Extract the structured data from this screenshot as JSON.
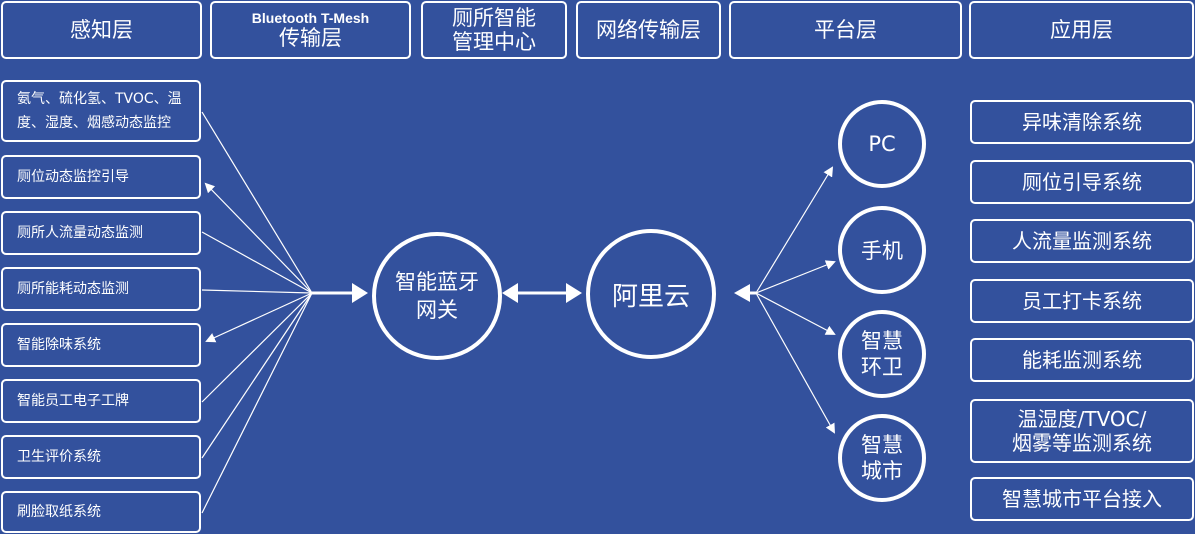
{
  "header": {
    "perception": "感知层",
    "bt_line1": "Bluetooth T-Mesh",
    "bt_line2": "传输层",
    "toilet_line1": "厕所智能",
    "toilet_line2": "管理中心",
    "network": "网络传输层",
    "platform": "平台层",
    "application": "应用层"
  },
  "sensors": [
    {
      "line1": "氨气、硫化氢、TVOC、温",
      "line2": "度、湿度、烟感动态监控"
    },
    {
      "line1": "厕位动态监控引导"
    },
    {
      "line1": "厕所人流量动态监测"
    },
    {
      "line1": "厕所能耗动态监测"
    },
    {
      "line1": "智能除味系统"
    },
    {
      "line1": "智能员工电子工牌"
    },
    {
      "line1": "卫生评价系统"
    },
    {
      "line1": "刷脸取纸系统"
    }
  ],
  "hubs": {
    "gateway": "智能蓝牙\n网关",
    "cloud": "阿里云"
  },
  "platforms": {
    "pc": "PC",
    "phone": "手机",
    "sanitation": "智慧\n环卫",
    "city": "智慧\n城市"
  },
  "applications": [
    {
      "line1": "异味清除系统"
    },
    {
      "line1": "厕位引导系统"
    },
    {
      "line1": "人流量监测系统"
    },
    {
      "line1": "员工打卡系统"
    },
    {
      "line1": "能耗监测系统"
    },
    {
      "line1": "温湿度/TVOC/",
      "line2": "烟雾等监测系统"
    },
    {
      "line1": "智慧城市平台接入"
    }
  ]
}
